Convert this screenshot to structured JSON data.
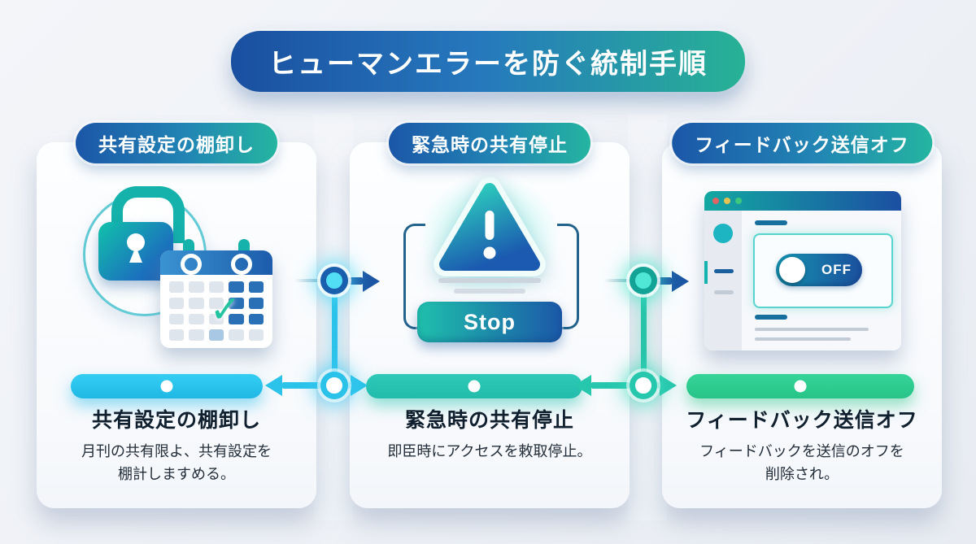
{
  "title": "ヒューマンエラーを防ぐ統制手順",
  "steps": [
    {
      "badge": "共有設定の棚卸し",
      "heading": "共有設定の棚卸し",
      "description": "月刊の共有限よ、共有設定を\n棚計しますめる。",
      "icons": [
        "lock-icon",
        "calendar-icon"
      ]
    },
    {
      "badge": "緊急時の共有停止",
      "heading": "緊急時の共有停止",
      "description": "即臣時にアクセスを敕取停止。",
      "stop_label": "Stop",
      "icons": [
        "warning-triangle-icon",
        "stop-button"
      ]
    },
    {
      "badge": "フィードバック送信オフ",
      "heading": "フィードバック送信オフ",
      "description": "フィードバックを送信のオフを\n削除され。",
      "toggle_label": "OFF",
      "icons": [
        "browser-window-icon",
        "toggle-off-icon"
      ]
    }
  ],
  "glyphs": {
    "check": "✓"
  },
  "colors": {
    "deep_blue": "#1C55A4",
    "cyan": "#29C3EA",
    "teal": "#28C2B0",
    "green": "#2FCB90",
    "badge_gradient_start": "#1B57A8",
    "badge_gradient_end": "#24B5A0"
  }
}
